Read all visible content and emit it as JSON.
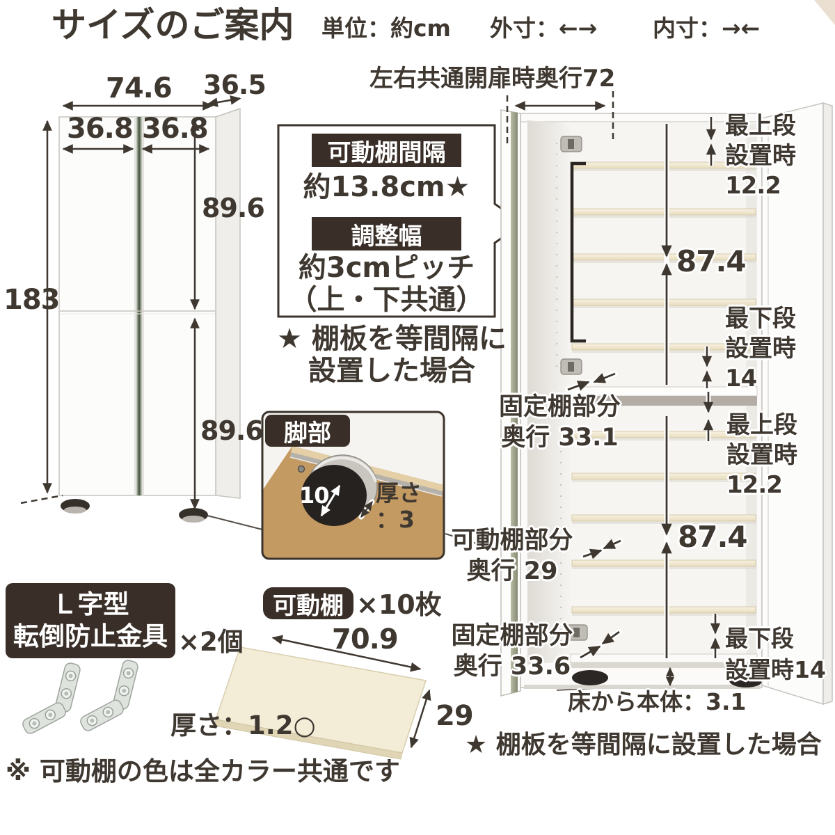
{
  "header": {
    "title": "サイズのご案内",
    "unit": "単位：約cm",
    "outer_dim": "外寸：←→",
    "inner_dim": "内寸：→←"
  },
  "front_view": {
    "width": "74.6",
    "depth": "36.5",
    "door_left": "36.8",
    "door_right": "36.8",
    "upper_height": "89.6",
    "total_height": "183",
    "lower_height": "89.6"
  },
  "callout": {
    "shelf_gap_label": "可動棚間隔",
    "shelf_gap_value": "約13.8cm★",
    "adjust_label": "調整幅",
    "adjust_value": "約3cmピッチ",
    "adjust_value2": "（上・下共通）",
    "star_note_line1": "★ 棚板を等間隔に",
    "star_note_line2": "設置した場合"
  },
  "leg": {
    "label": "脚部",
    "diameter": "10",
    "thickness_line1": "厚さ",
    "thickness_line2": "：3"
  },
  "bracket": {
    "label_line1": "Ｌ字型",
    "label_line2": "転倒防止金具",
    "count": "×2個"
  },
  "shelf_board": {
    "label": "可動棚",
    "count": "×10枚",
    "width": "70.9",
    "depth": "29",
    "thickness": "厚さ：1.2○",
    "color_note": "※ 可動棚の色は全カラー共通です"
  },
  "open_view": {
    "open_depth": "左右共通開扉時奥行72",
    "upper_top_line1": "最上段",
    "upper_top_line2": "設置時",
    "upper_top_line3": "12.2",
    "upper_span": "87.4",
    "upper_bottom_line1": "最下段",
    "upper_bottom_line2": "設置時",
    "upper_bottom_line3": "14",
    "upper_fixed_line1": "固定棚部分",
    "upper_fixed_line2": "奥行 33.1",
    "lower_top_line1": "最上段",
    "lower_top_line2": "設置時",
    "lower_top_line3": "12.2",
    "lower_span": "87.4",
    "movable_line1": "可動棚部分",
    "movable_line2": "奥行 29",
    "lower_fixed_line1": "固定棚部分",
    "lower_fixed_line2": "奥行 33.6",
    "lower_bottom_line1": "最下段",
    "lower_bottom_line2": "設置時14",
    "floor_gap": "床から本体：3.1",
    "star_note": "★ 棚板を等間隔に設置した場合"
  },
  "colors": {
    "text": "#3f3831",
    "label_bg": "#3a2f28",
    "shelf_cream": "#efe5c8",
    "board_tan": "#c49a63",
    "door_edge_olive": "#9aa188"
  }
}
